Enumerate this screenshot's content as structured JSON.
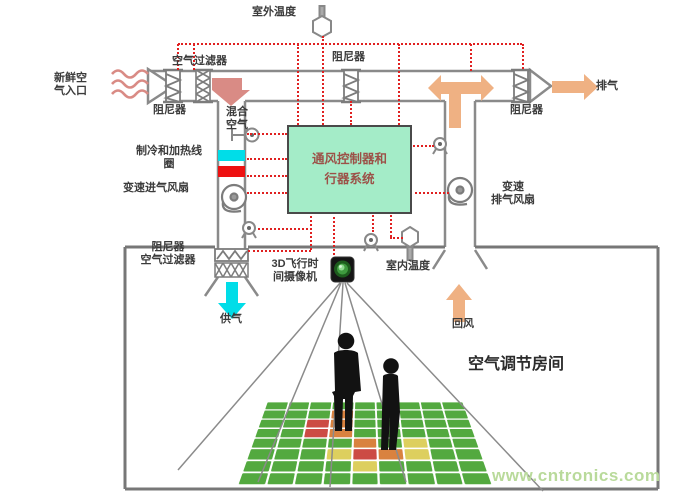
{
  "labels": {
    "outdoor_temp": "室外温度",
    "air_filter_top": "空气过滤器",
    "damper_top": "阻尼器",
    "fresh_air_1": "新鲜空",
    "fresh_air_2": "气入口",
    "damper_left": "阻尼器",
    "mixed_air_1": "混合",
    "mixed_air_2": "空气",
    "coil_1": "制冷和加热线",
    "coil_2": "圈",
    "supply_fan": "变速进气风扇",
    "room_damper_1": "阻尼器",
    "room_damper_2": "空气过滤器",
    "supply_air": "供气",
    "camera_1": "3D飞行时",
    "camera_2": "间摄像机",
    "indoor_temp": "室内温度",
    "damper_right": "阻尼器",
    "exhaust": "排气",
    "exhaust_fan_1": "变速",
    "exhaust_fan_2": "排气风扇",
    "return_air": "回风",
    "room_name": "空气调节房间",
    "controller_1": "通风控制器和",
    "controller_2": "行器系统"
  },
  "watermark": "www.cntronics.com",
  "colors": {
    "control_line_red": "#e02020",
    "duct_gray": "#8a8a8a",
    "controller_fill": "#a4ecc8",
    "controller_text": "#9c5148",
    "fresh_air_pink": "#d98b85",
    "airflow_orange": "#efb183",
    "supply_cyan": "#00dde8",
    "heating_red": "#ee1111",
    "watermark_green": "#b9da9b"
  },
  "floor_grid": {
    "palette": {
      "G": "#53a93f",
      "R": "#cc4b44",
      "O": "#d9823f",
      "Y": "#ddcf5e"
    },
    "rows": [
      "GGGGGGGGG",
      "GGGOGGGGG",
      "GGROGGGGG",
      "GGROGGGGG",
      "GGGGOGYGG",
      "GGGYROYGG",
      "GGGGYGGGG",
      "GGGGGGGGG"
    ]
  }
}
